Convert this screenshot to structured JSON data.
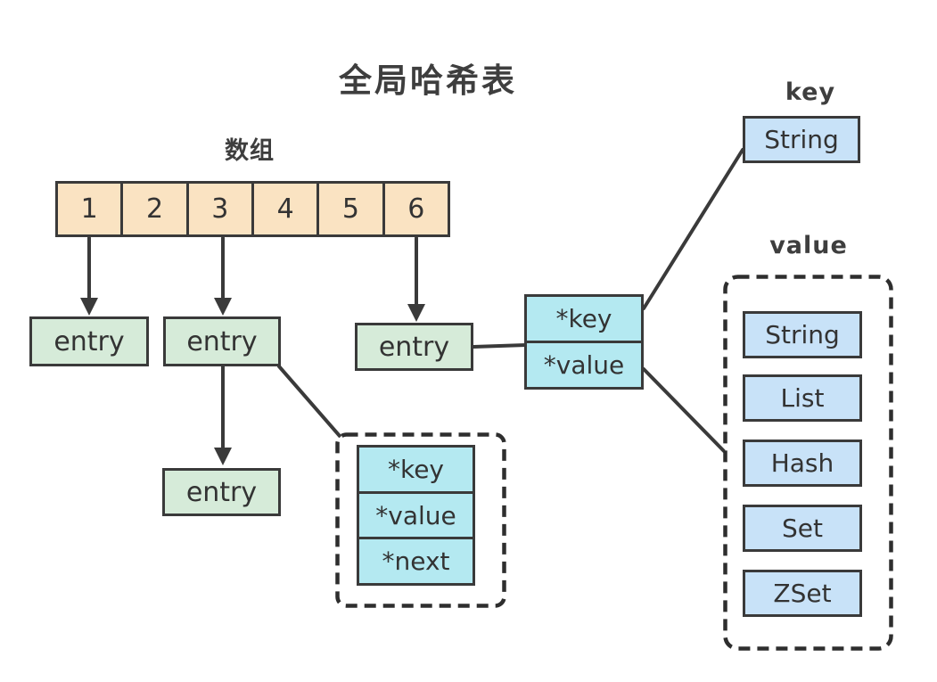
{
  "title": "全局哈希表",
  "array": {
    "label": "数组",
    "cells": [
      "1",
      "2",
      "3",
      "4",
      "5",
      "6"
    ]
  },
  "entries": [
    "entry",
    "entry",
    "entry",
    "entry"
  ],
  "entry_struct": {
    "key": "*key",
    "value": "*value"
  },
  "entry_struct_chain": {
    "key": "*key",
    "value": "*value",
    "next": "*next"
  },
  "key_section": {
    "label": "key",
    "type": "String"
  },
  "value_section": {
    "label": "value",
    "types": [
      "String",
      "List",
      "Hash",
      "Set",
      "ZSet"
    ]
  },
  "colors": {
    "bg": "#ffffff",
    "line": "#3a3a3a",
    "label": "#3e3e3e",
    "text": "#333333",
    "array-fill": "#fae3c2",
    "entry-fill": "#d6ebd9",
    "struct-fill": "#b4e9f1",
    "type-fill": "#c8e2f8"
  }
}
